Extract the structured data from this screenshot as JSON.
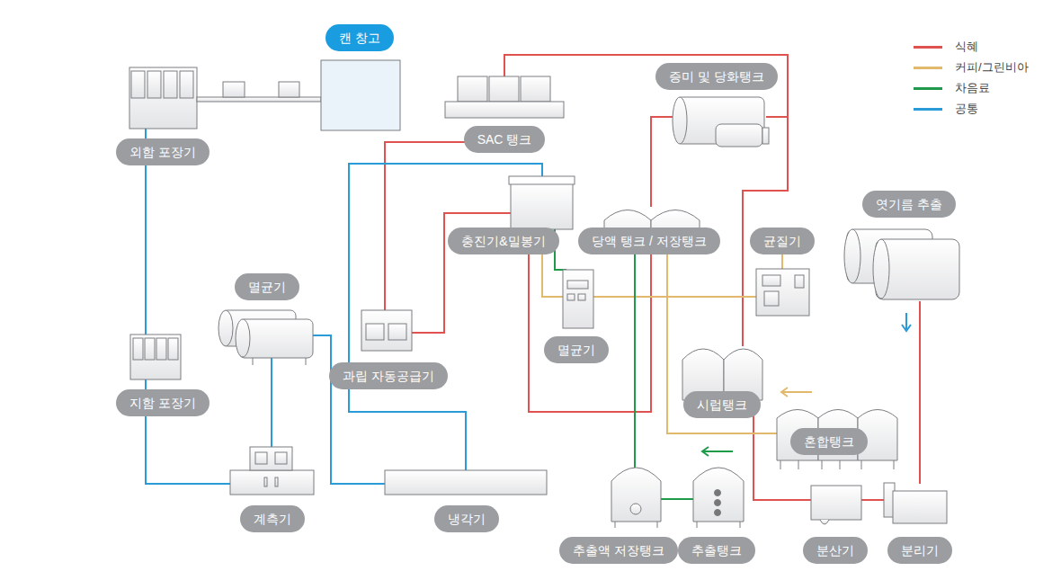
{
  "diagram": {
    "nodes": [
      {
        "text": [
          "캔 창고"
        ]
      },
      {
        "text": [
          "증미 및 당화탱크"
        ]
      },
      {
        "text": [
          "외함 포장기"
        ]
      },
      {
        "text": [
          "SAC 탱크"
        ]
      },
      {
        "text": [
          "엿기름 추출"
        ]
      },
      {
        "text": [
          "충진기&밀봉기"
        ]
      },
      {
        "text": [
          "당액 탱크 / 저장탱크"
        ]
      },
      {
        "text": [
          "균질기"
        ]
      },
      {
        "text": [
          "멸균기"
        ]
      },
      {
        "text": [
          "멸균기"
        ]
      },
      {
        "text": [
          "과립 자동공급기"
        ]
      },
      {
        "text": [
          "시럽탱크"
        ]
      },
      {
        "text": [
          "지함 포장기"
        ]
      },
      {
        "text": [
          "혼합탱크"
        ]
      },
      {
        "text": [
          "계측기"
        ]
      },
      {
        "text": [
          "냉각기"
        ]
      },
      {
        "text": [
          "추출액 저장탱크"
        ]
      },
      {
        "text": [
          "추출탱크"
        ]
      },
      {
        "text": [
          "분산기"
        ]
      },
      {
        "text": [
          "분리기"
        ]
      }
    ],
    "legend": [
      {
        "text": "식혜",
        "color": "#e0524f"
      },
      {
        "text": "커피/그린비아",
        "color": "#e2b86c"
      },
      {
        "text": "차음료",
        "color": "#1f9a4b"
      },
      {
        "text": "공통",
        "color": "#2a9bd6"
      }
    ]
  }
}
